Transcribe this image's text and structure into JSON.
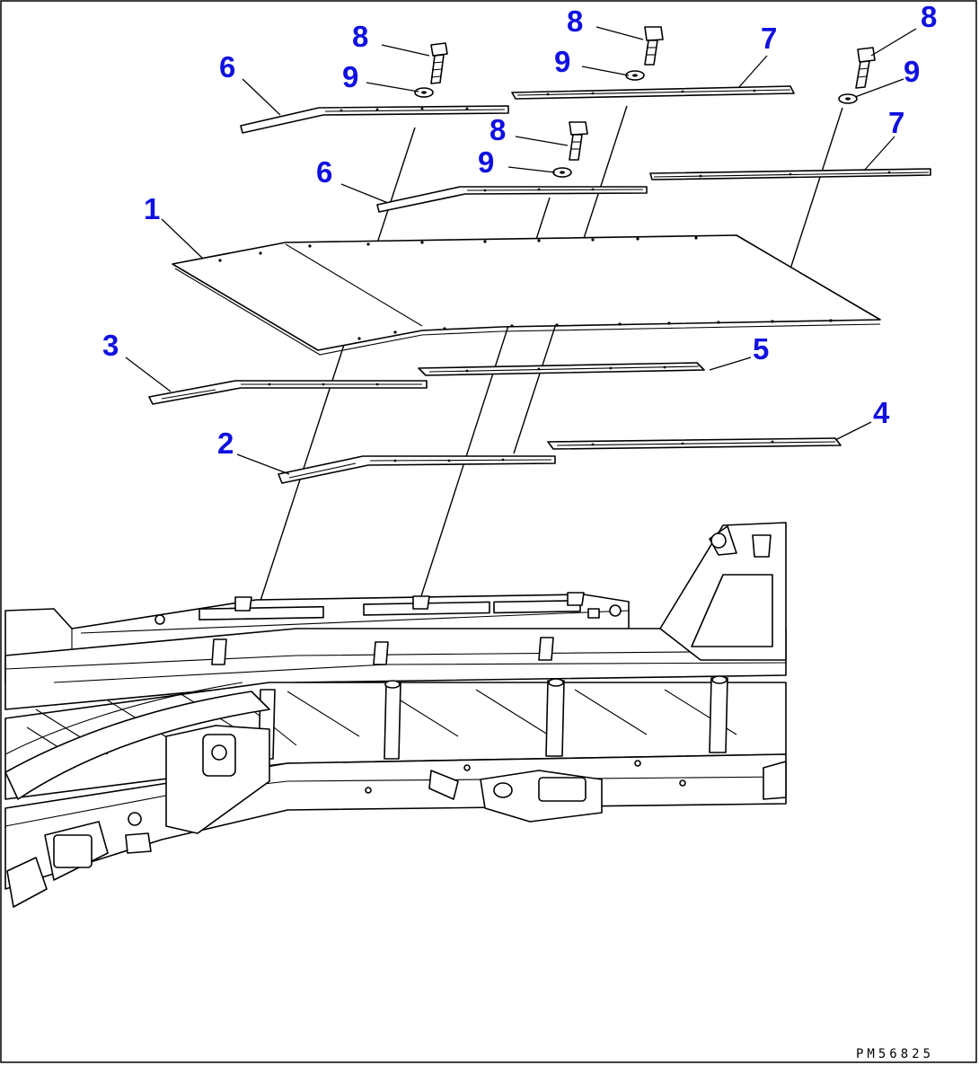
{
  "diagram": {
    "drawing_code": "PM56825",
    "callouts": {
      "c1": "1",
      "c2": "2",
      "c3": "3",
      "c4": "4",
      "c5": "5",
      "c6a": "6",
      "c6b": "6",
      "c7a": "7",
      "c7b": "7",
      "c8a": "8",
      "c8b": "8",
      "c8c": "8",
      "c8d": "8",
      "c9a": "9",
      "c9b": "9",
      "c9c": "9",
      "c9d": "9"
    },
    "colors": {
      "callout": "#1010e0",
      "line": "#000000",
      "background": "#ffffff"
    }
  }
}
